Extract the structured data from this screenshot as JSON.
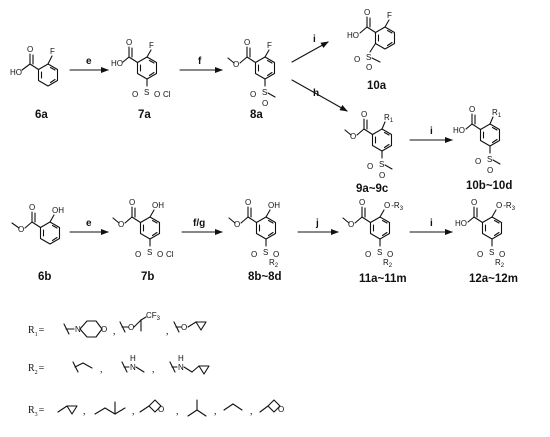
{
  "compounds": {
    "c6a": "6a",
    "c7a": "7a",
    "c8a": "8a",
    "c10a": "10a",
    "c9a9c": "9a~9c",
    "c10b10d": "10b~10d",
    "c6b": "6b",
    "c7b": "7b",
    "c8b8d": "8b~8d",
    "c11a11m": "11a~11m",
    "c12a12m": "12a~12m"
  },
  "conditions": {
    "e": "e",
    "f": "f",
    "i": "i",
    "h": "h",
    "fg": "f/g",
    "j": "j"
  },
  "atoms": {
    "F": "F",
    "HO": "HO",
    "O": "O",
    "OH": "OH",
    "S": "S",
    "Cl": "Cl",
    "N": "N",
    "H": "H",
    "R": "R",
    "one": "1",
    "two": "2",
    "three": "3",
    "CF3": "CF",
    "CF3sub": "3"
  },
  "substituents": {
    "R1": {
      "label": "R",
      "sub": "1",
      "eq": "="
    },
    "R2": {
      "label": "R",
      "sub": "2",
      "eq": "="
    },
    "R3": {
      "label": "R",
      "sub": "3",
      "eq": "="
    },
    "comma": ","
  }
}
